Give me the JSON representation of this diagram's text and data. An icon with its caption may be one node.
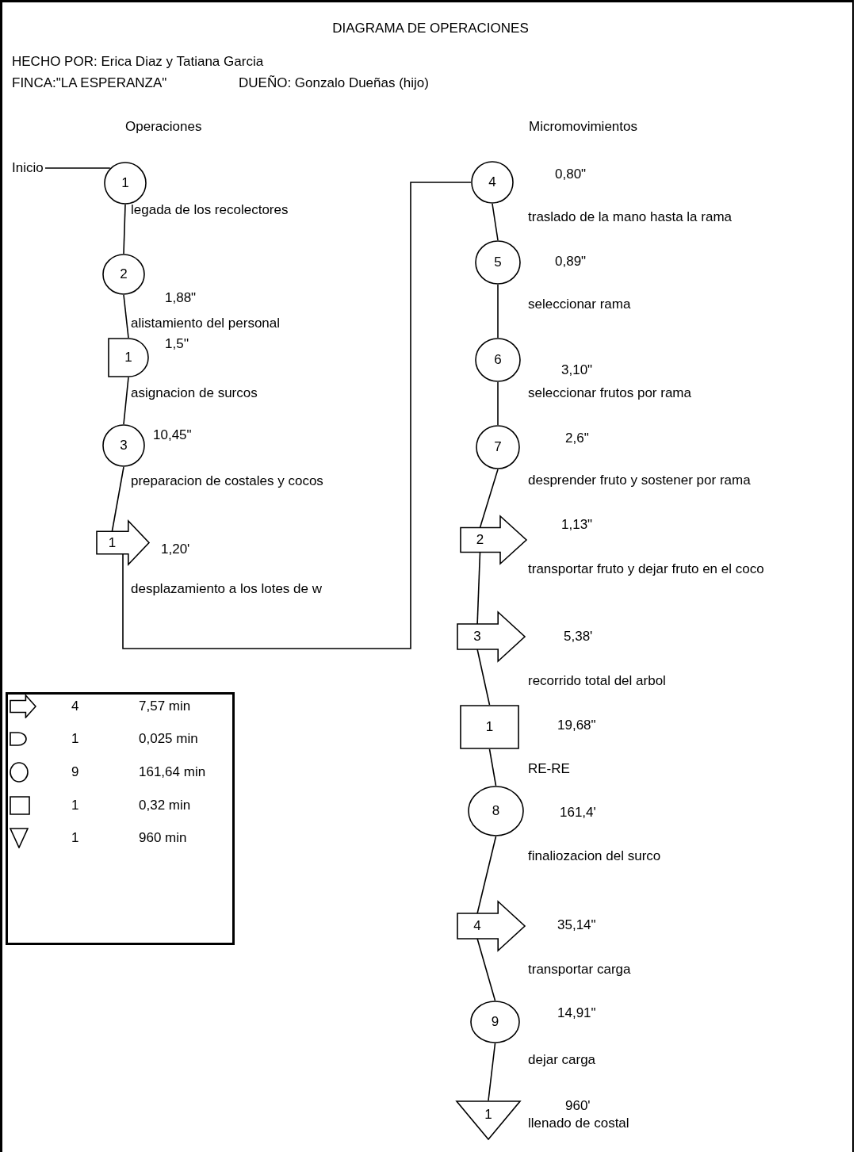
{
  "diagram": {
    "title": "DIAGRAMA DE OPERACIONES",
    "nodes": [
      {
        "text": [
          "Inicio"
        ]
      },
      {
        "text": [
          "1"
        ],
        "beside": [
          "legada de los recolectores"
        ]
      },
      {
        "text": [
          "2"
        ],
        "beside": [
          "1,88\"",
          "alistamiento del personal"
        ]
      },
      {
        "text": [
          "1"
        ],
        "beside": [
          "1,5''",
          "asignacion de surcos"
        ]
      },
      {
        "text": [
          "3"
        ],
        "beside": [
          "10,45\"",
          "preparacion de costales y cocos"
        ]
      },
      {
        "text": [
          "1"
        ],
        "beside": [
          "1,20'",
          "desplazamiento a los lotes de w"
        ]
      },
      {
        "text": [
          "4"
        ],
        "beside": [
          "0,80\"",
          "traslado de la mano hasta la rama"
        ]
      },
      {
        "text": [
          "5"
        ],
        "beside": [
          "0,89\"",
          "seleccionar rama"
        ]
      },
      {
        "text": [
          "6"
        ],
        "beside": [
          "3,10\"",
          "seleccionar frutos por rama"
        ]
      },
      {
        "text": [
          "7"
        ],
        "beside": [
          "2,6\"",
          "desprender fruto y sostener por rama"
        ]
      },
      {
        "text": [
          "2"
        ],
        "beside": [
          "1,13\"",
          "transportar fruto y dejar fruto en el coco"
        ]
      },
      {
        "text": [
          "3"
        ],
        "beside": [
          "5,38'",
          "recorrido total del arbol"
        ]
      },
      {
        "text": [
          "1"
        ],
        "beside": [
          "19,68\"",
          "RE-RE"
        ]
      },
      {
        "text": [
          "8"
        ],
        "beside": [
          "161,4'",
          "finaliozacion del surco"
        ]
      },
      {
        "text": [
          "4"
        ],
        "beside": [
          "35,14\"",
          "transportar carga"
        ]
      },
      {
        "text": [
          "9"
        ],
        "beside": [
          "14,91\"",
          "dejar carga"
        ]
      },
      {
        "text": [
          "1"
        ],
        "beside": [
          "960'",
          "llenado de costal"
        ]
      }
    ],
    "edges": [
      {
        "from": 0,
        "to": 1,
        "arrow": "none"
      },
      {
        "from": 1,
        "to": 2,
        "arrow": "none"
      },
      {
        "from": 2,
        "to": 3,
        "arrow": "none"
      },
      {
        "from": 3,
        "to": 4,
        "arrow": "none"
      },
      {
        "from": 4,
        "to": 5,
        "arrow": "none"
      },
      {
        "from": 5,
        "to": 6,
        "arrow": "none"
      },
      {
        "from": 6,
        "to": 7,
        "arrow": "none"
      },
      {
        "from": 7,
        "to": 8,
        "arrow": "none"
      },
      {
        "from": 8,
        "to": 9,
        "arrow": "none"
      },
      {
        "from": 9,
        "to": 10,
        "arrow": "none"
      },
      {
        "from": 10,
        "to": 11,
        "arrow": "none"
      },
      {
        "from": 11,
        "to": 12,
        "arrow": "none"
      },
      {
        "from": 12,
        "to": 13,
        "arrow": "none"
      },
      {
        "from": 13,
        "to": 14,
        "arrow": "none"
      },
      {
        "from": 14,
        "to": 15,
        "arrow": "none"
      },
      {
        "from": 15,
        "to": 16,
        "arrow": "none"
      }
    ],
    "labels": [
      "HECHO POR: Erica Diaz y Tatiana Garcia",
      "FINCA:\"LA ESPERANZA\"",
      "DUEÑO: Gonzalo Dueñas (hijo)",
      "Operaciones",
      "Micromovimientos",
      "4",
      "7,57 min",
      "1",
      "0,025 min",
      "9",
      "161,64 min",
      "1",
      "0,32 min",
      "1",
      "960 min"
    ]
  }
}
